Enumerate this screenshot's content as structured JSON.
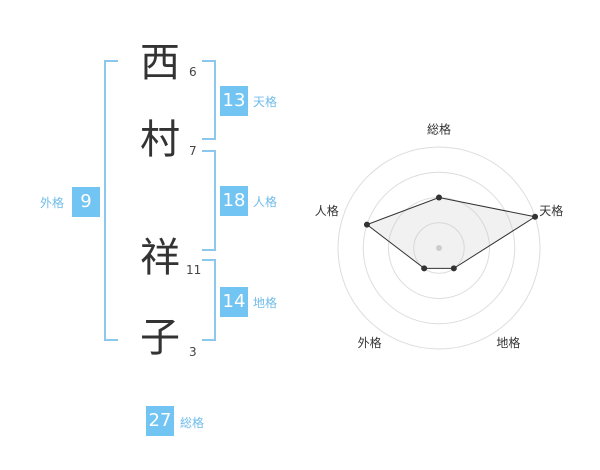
{
  "name": {
    "chars": [
      {
        "char": "西",
        "strokes": "6"
      },
      {
        "char": "村",
        "strokes": "7"
      },
      {
        "char": "祥",
        "strokes": "11"
      },
      {
        "char": "子",
        "strokes": "3"
      }
    ]
  },
  "fortunes": {
    "tenkaku": {
      "value": "13",
      "label": "天格"
    },
    "jinkaku": {
      "value": "18",
      "label": "人格"
    },
    "chikaku": {
      "value": "14",
      "label": "地格"
    },
    "gaikaku": {
      "value": "9",
      "label": "外格"
    },
    "soukaku": {
      "value": "27",
      "label": "総格"
    }
  },
  "colors": {
    "accent": "#72c4f2",
    "bracket": "#8cc8ee",
    "label": "#6fbce9",
    "text": "#333333"
  },
  "chart_data": {
    "type": "radar",
    "axes": [
      "総格",
      "天格",
      "地格",
      "外格",
      "人格"
    ],
    "values": [
      2,
      4,
      1,
      1,
      3
    ],
    "rmax": 4
  }
}
